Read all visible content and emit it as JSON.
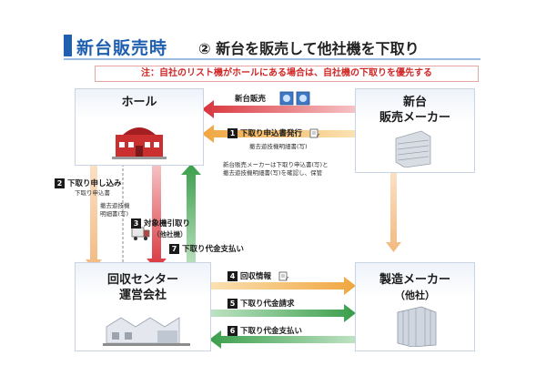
{
  "title": {
    "main": "新台販売時",
    "sub": "② 新台を販売して他社機を下取り"
  },
  "note": "注：自社のリスト機がホールにある場合は、自社機の下取りを優先する",
  "nodes": {
    "hall": "ホール",
    "maker_new_line1": "新台",
    "maker_new_line2": "販売メーカー",
    "recovery_line1": "回収センター",
    "recovery_line2": "運営会社",
    "manufacturer_line1": "製造メーカー",
    "manufacturer_line2": "（他社）"
  },
  "flows": {
    "new_machine_sale": "新台販売",
    "step1": {
      "num": "1",
      "label": "下取り申込書発行"
    },
    "step1_doc": "撤去遊技機明細書(写)",
    "maker_note_line1": "新台販売メーカーは下取り申込書(写)と",
    "maker_note_line2": "撤去遊技機明細書(写)を確認し、保管",
    "step2": {
      "num": "2",
      "label": "下取り申し込み"
    },
    "step2_doc1": "下取り申込書",
    "step2_doc2_line1": "撤去遊技機",
    "step2_doc2_line2": "明細書(写)",
    "step3": {
      "num": "3",
      "label": "対象機引取り"
    },
    "step3_sub": "（他社機）",
    "step7": {
      "num": "7",
      "label": "下取り代金支払い"
    },
    "step4": {
      "num": "4",
      "label": "回収情報"
    },
    "step5": {
      "num": "5",
      "label": "下取り代金請求"
    },
    "step6": {
      "num": "6",
      "label": "下取り代金支払い"
    }
  },
  "colors": {
    "title_blue": "#1f5fb0",
    "arrow_red": "#d9343c",
    "arrow_orange": "#f0a640",
    "arrow_green": "#3a9e4a",
    "arrow_peach": "#f2b97f"
  }
}
